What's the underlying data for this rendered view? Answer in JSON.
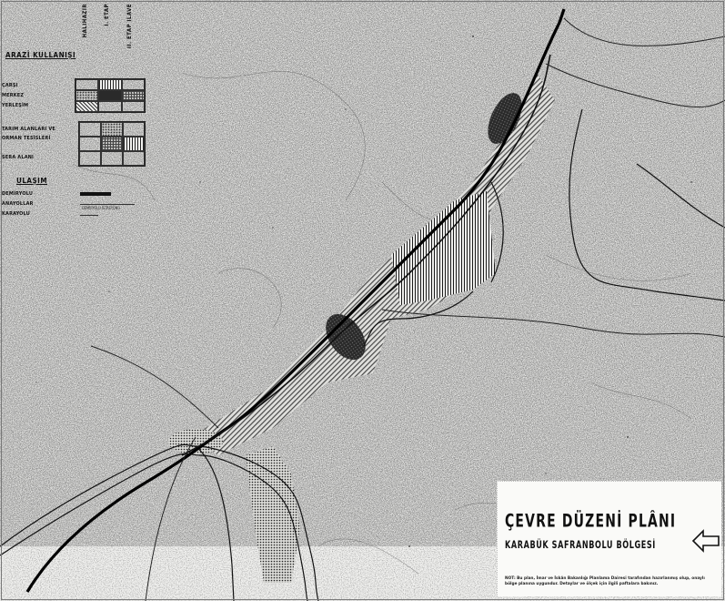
{
  "legend": {
    "columns": [
      "HALİHAZIR",
      "I. ETAP",
      "II. ETAP İLAVE"
    ],
    "title": "ARAZİ KULLANIŞI",
    "land_use_rows": [
      "ÇARŞI",
      "MERKEZ",
      "YERLEŞİM"
    ],
    "area_rows": [
      "TARIM ALANLARI VE",
      "ORMAN TESİSLERİ",
      "SERA ALANI"
    ],
    "transport_title": "ULAŞIM",
    "transport_rows": [
      "DEMİRYOLU",
      "ANAYOLLAR",
      "KARAYOLU"
    ],
    "transport_note": "DEMİRYOLU İSTASYONU"
  },
  "title_block": {
    "title": "ÇEVRE DÜZENİ PLÂNI",
    "subtitle": "KARABÜK SAFRANBOLU BÖLGESİ",
    "note": "NOT: Bu plan, İmar ve İskân Bakanlığı Planlama Dairesi tarafından hazırlanmış olup, onaylı bölge planına uygundur. Detaylar ve ölçek için ilgili paftalara bakınız."
  },
  "north_arrow": {
    "icon": "north-arrow-icon"
  }
}
